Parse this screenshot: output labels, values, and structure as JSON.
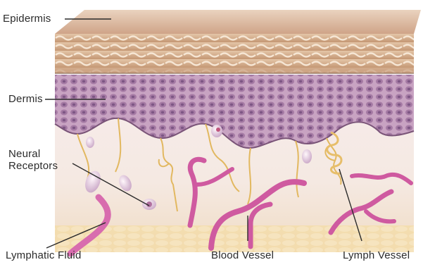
{
  "labels": {
    "epidermis": "Epidermis",
    "dermis": "Dermis",
    "neural_receptors": "Neural Receptors",
    "lymphatic_fluid": "Lymphatic Fluid",
    "blood_vessel": "Blood Vessel",
    "lymph_vessel": "Lymph Vessel"
  },
  "colors": {
    "epidermis_top": "#d9b79a",
    "epidermis_band": "#f2dcc4",
    "dermis_cells": "#9a6a9a",
    "dermis_base": "#d8b6d2",
    "blood_vessel": "#d25aa2",
    "lymph_vessel": "#e8c070",
    "tissue_light": "#f4ebe6",
    "fat_base": "#f1d6a0"
  }
}
